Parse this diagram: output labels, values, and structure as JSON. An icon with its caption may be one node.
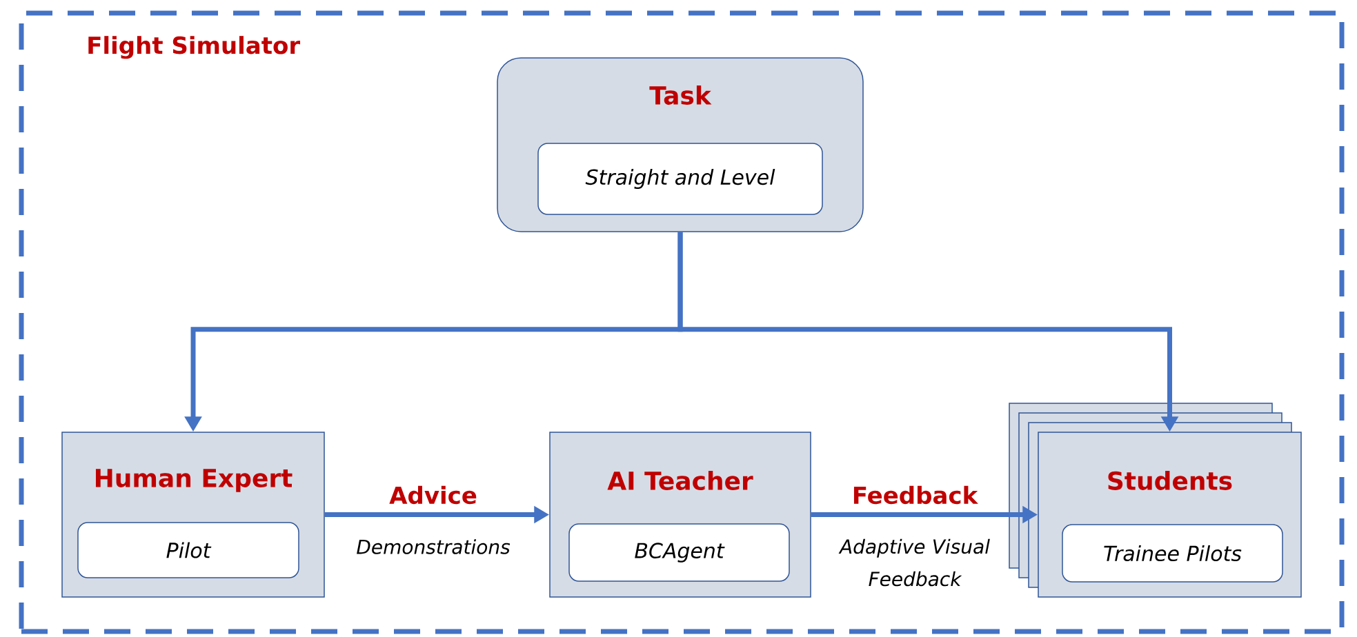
{
  "diagram": {
    "nodes": [
      {
        "text": [
          "Flight Simulator"
        ]
      },
      {
        "text": [
          "Task"
        ],
        "in": 0
      },
      {
        "text": [
          "Straight and Level"
        ],
        "in": 1
      },
      {
        "text": [
          "Human Expert"
        ],
        "in": 0
      },
      {
        "text": [
          "Pilot"
        ],
        "in": 3
      },
      {
        "text": [
          "AI Teacher"
        ],
        "in": 0
      },
      {
        "text": [
          "BCAgent"
        ],
        "in": 5
      },
      {
        "text": [
          "Students"
        ],
        "in": 0
      },
      {
        "text": [
          "Trainee Pilots"
        ],
        "in": 7
      }
    ],
    "edges": [
      {
        "from": 1,
        "to": 3,
        "arrow": "to"
      },
      {
        "from": 1,
        "to": 7,
        "arrow": "to"
      },
      {
        "from": 3,
        "to": 5,
        "arrow": "to",
        "label": "Advice"
      },
      {
        "from": 5,
        "to": 7,
        "arrow": "to",
        "label": "Feedback"
      }
    ],
    "labels": [
      "Demonstrations",
      "Adaptive Visual Feedback"
    ]
  }
}
